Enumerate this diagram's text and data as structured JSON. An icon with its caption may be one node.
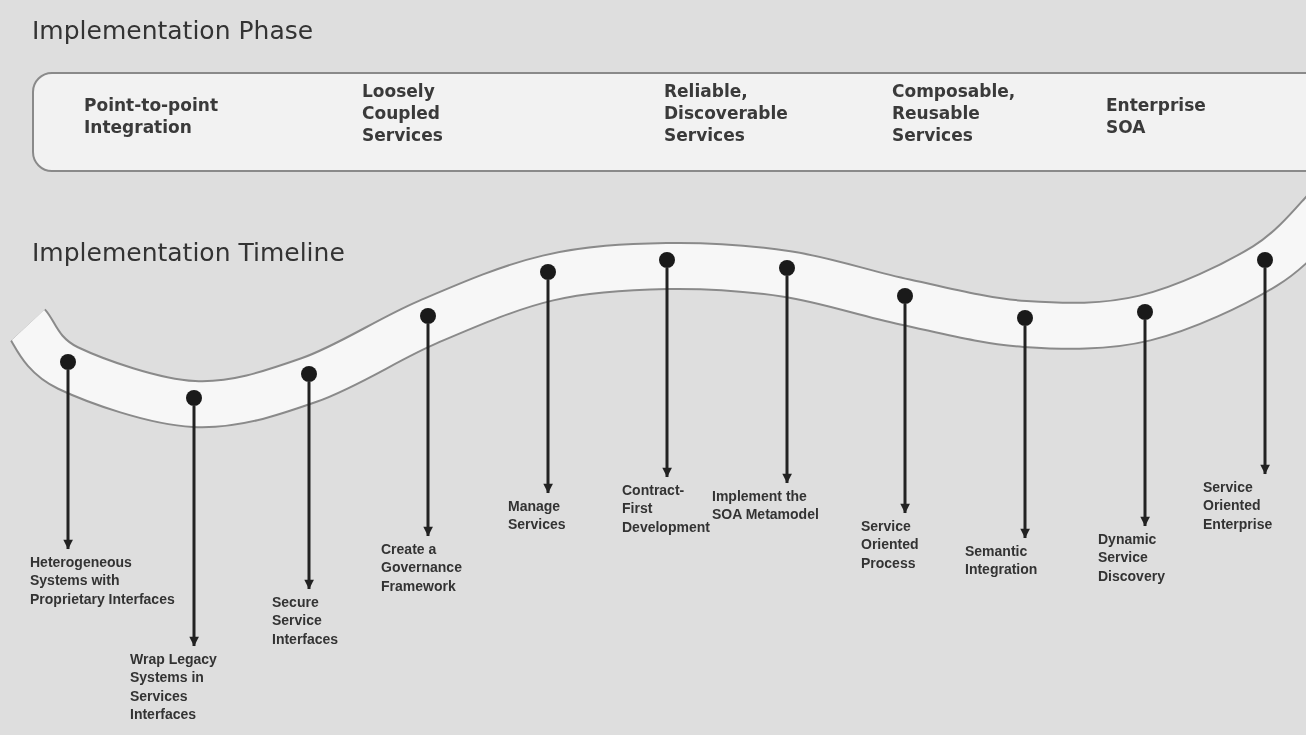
{
  "diagram": {
    "title": "Implementation Phase",
    "nodes": [
      {
        "text": [
          "Point-to-point Integration",
          "Loosely Coupled Services",
          "Reliable, Discoverable Services",
          "Composable, Reusable Services",
          "Enterprise SOA"
        ]
      },
      {
        "text": [],
        "shape": "circle"
      },
      {
        "text": [],
        "shape": "circle"
      },
      {
        "text": [],
        "shape": "circle"
      },
      {
        "text": [],
        "shape": "circle"
      },
      {
        "text": [],
        "shape": "circle"
      },
      {
        "text": [],
        "shape": "circle"
      },
      {
        "text": [],
        "shape": "circle"
      },
      {
        "text": [],
        "shape": "circle"
      },
      {
        "text": [],
        "shape": "circle"
      },
      {
        "text": [],
        "shape": "circle"
      },
      {
        "text": [],
        "shape": "circle"
      },
      {
        "text": [
          "Heterogeneous Systems with Proprietary Interfaces"
        ]
      },
      {
        "text": [
          "Wrap Legacy Systems in Services Interfaces"
        ]
      },
      {
        "text": [
          "Secure Service Interfaces"
        ]
      },
      {
        "text": [
          "Create a Governance Framework"
        ]
      },
      {
        "text": [
          "Manage Services"
        ]
      },
      {
        "text": [
          "Contract-First Development"
        ]
      },
      {
        "text": [
          "Implement the SOA Metamodel"
        ]
      },
      {
        "text": [
          "Service Oriented Process"
        ]
      },
      {
        "text": [
          "Semantic Integration"
        ]
      },
      {
        "text": [
          "Dynamic Service Discovery"
        ]
      },
      {
        "text": [
          "Service Oriented Enterprise"
        ]
      }
    ],
    "edges": [
      {
        "from": 1,
        "to": 12,
        "arrow": "to"
      },
      {
        "from": 2,
        "to": 13,
        "arrow": "to"
      },
      {
        "from": 3,
        "to": 14,
        "arrow": "to"
      },
      {
        "from": 4,
        "to": 15,
        "arrow": "to"
      },
      {
        "from": 5,
        "to": 16,
        "arrow": "to"
      },
      {
        "from": 6,
        "to": 17,
        "arrow": "to"
      },
      {
        "from": 7,
        "to": 18,
        "arrow": "to"
      },
      {
        "from": 8,
        "to": 19,
        "arrow": "to"
      },
      {
        "from": 9,
        "to": 20,
        "arrow": "to"
      },
      {
        "from": 10,
        "to": 21,
        "arrow": "to"
      },
      {
        "from": 11,
        "to": 22,
        "arrow": "to"
      }
    ],
    "labels": [
      "Implementation Timeline"
    ]
  }
}
